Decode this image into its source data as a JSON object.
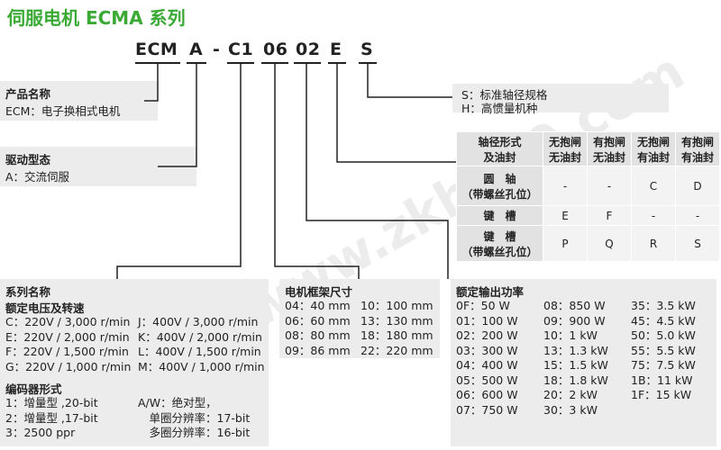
{
  "title": "伺服电机 ECMA 系列",
  "model_code": {
    "seg1": "ECM",
    "seg2": "A",
    "dash": "-",
    "seg3": "C1",
    "seg4": "06",
    "seg5": "02",
    "seg6": "E",
    "seg7": "S"
  },
  "product_name": {
    "heading": "产品名称",
    "text": "ECM：电子换相式电机"
  },
  "drive_type": {
    "heading": "驱动型态",
    "text": "A：交流伺服"
  },
  "shaft_type": {
    "line1": "S：标准轴径规格",
    "line2": "H：高惯量机种"
  },
  "option_table": {
    "corner_line1": "轴径形式",
    "corner_line2": "及油封",
    "col_headers": [
      [
        "无抱闸",
        "无油封"
      ],
      [
        "有抱闸",
        "无油封"
      ],
      [
        "无抱闸",
        "有油封"
      ],
      [
        "有抱闸",
        "有油封"
      ]
    ],
    "rows": [
      {
        "label1": "圆　轴",
        "label2": "（带螺丝孔位）",
        "cells": [
          "-",
          "-",
          "C",
          "D"
        ]
      },
      {
        "label1": "键　槽",
        "label2": "",
        "cells": [
          "E",
          "F",
          "-",
          "-"
        ]
      },
      {
        "label1": "键　槽",
        "label2": "（带螺丝孔位）",
        "cells": [
          "P",
          "Q",
          "R",
          "S"
        ]
      }
    ]
  },
  "series": {
    "heading1": "系列名称",
    "heading2": "额定电压及转速",
    "left_col": "C：220V / 3,000 r/min\nE：220V / 2,000 r/min\nF：220V / 1,500 r/min\nG：220V / 1,000 r/min",
    "right_col": "J：400V / 3,000 r/min\nK：400V / 2,000 r/min\nL：400V / 1,500 r/min\nM：400V / 1,000 r/min",
    "encoder_heading": "编码器形式",
    "enc_left": "1：增量型 ,20-bit\n2：增量型 ,17-bit\n3：2500 ppr",
    "enc_right": "A/W：绝对型，\n　单圈分辨率：17-bit\n　多圈分辨率：16-bit"
  },
  "frame": {
    "heading": "电机框架尺寸",
    "left_col": "04：40 mm\n06：60 mm\n08：80 mm\n09：86 mm",
    "right_col": "10：100 mm\n13：130 mm\n18：180 mm\n22：220 mm"
  },
  "power": {
    "heading": "额定输出功率",
    "col1": "0F：50 W\n01：100 W\n02：200 W\n03：300 W\n04：400 W\n05：500 W\n06：600 W\n07：750 W",
    "col2": "08：850 W\n09：900 W\n10：1 kW\n13：1.3 kW\n15：1.5 kW\n18：1.8 kW\n20：2 kW\n30：3 kW",
    "col3": "35：3.5 kW\n45：4.5 kW\n50：5.0 kW\n55：5.5 kW\n75：7.5 kW\n1B：11 kW\n1F：15 kW"
  },
  "watermark": "www.zkh360.com",
  "colors": {
    "title": "#3aaa35",
    "box": "#ececec",
    "line": "#222222"
  }
}
